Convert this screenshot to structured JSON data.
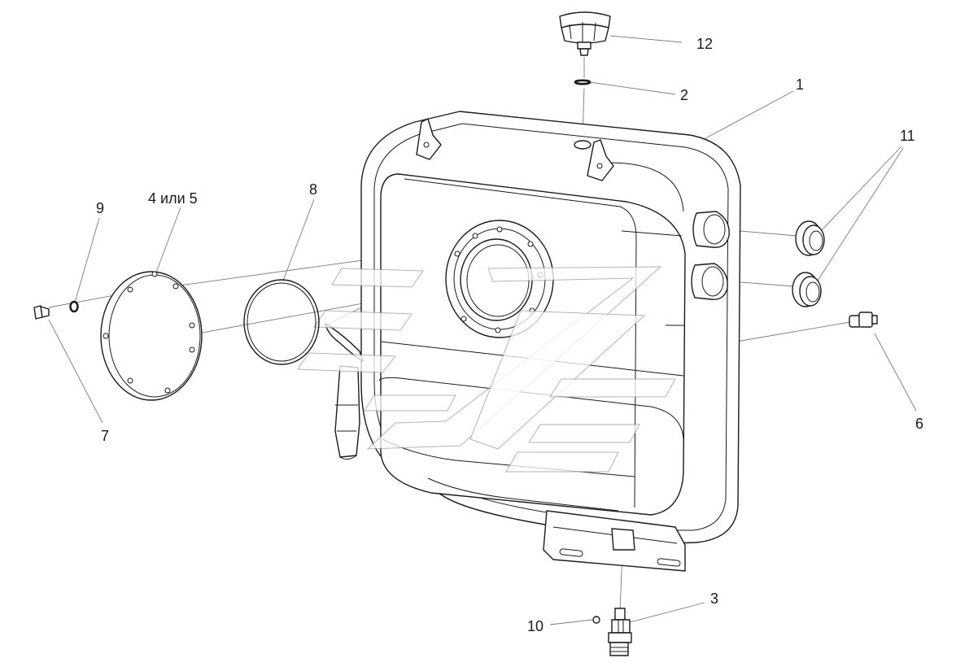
{
  "labels": {
    "p1": "1",
    "p2": "2",
    "p3": "3",
    "p4or5": "4 или 5",
    "p6": "6",
    "p7": "7",
    "p8": "8",
    "p9": "9",
    "p10": "10",
    "p11": "11",
    "p12": "12"
  },
  "colors": {
    "line": "#1a1a1a",
    "leader": "#7a7a7a",
    "background": "#ffffff",
    "watermark": "#9a9a9a"
  }
}
